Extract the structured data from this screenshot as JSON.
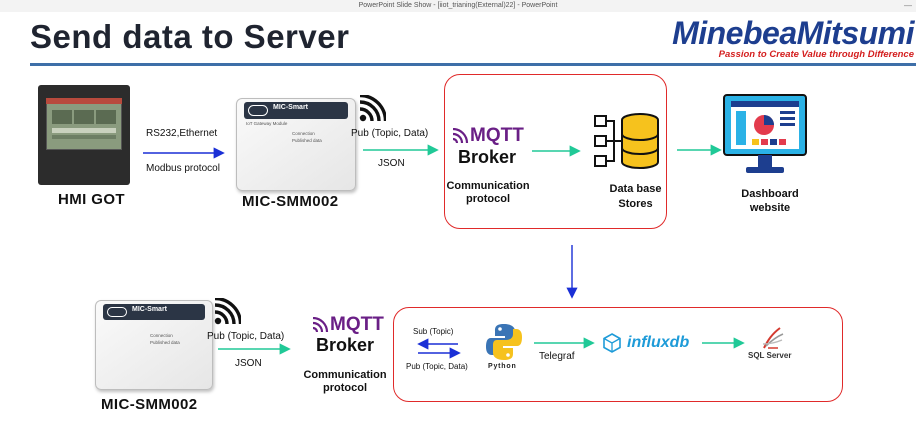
{
  "window": {
    "title": "PowerPoint Slide Show - [iiot_trianing(External)22] - PowerPoint",
    "minimize": "—"
  },
  "slide": {
    "title": "Send data to Server"
  },
  "logo": {
    "name": "MinebeaMitsumi",
    "tagline": "Passion to Create Value through Difference"
  },
  "top_row": {
    "hmi_label": "HMI GOT",
    "link1_label_top": "RS232,Ethernet",
    "link1_label_bottom": "Modbus protocol",
    "gateway_label": "MIC-SMM002",
    "gateway_screen_title": "MIC-Smart",
    "gateway_screen_sub": "IoT Gateway Module",
    "gateway_led1": "Connection",
    "gateway_led2": "Published data",
    "pub_label": "Pub (Topic, Data)",
    "json_label": "JSON",
    "mqtt_label": "MQTT",
    "broker_label": "Broker",
    "comm_label_1": "Communication",
    "comm_label_2": "protocol",
    "db_label_1": "Data base",
    "db_label_2": "Stores",
    "dashboard_label_1": "Dashboard",
    "dashboard_label_2": "website"
  },
  "bottom_row": {
    "gateway_label": "MIC-SMM002",
    "pub_label": "Pub (Topic, Data)",
    "json_label": "JSON",
    "mqtt_label": "MQTT",
    "broker_label": "Broker",
    "comm_label_1": "Communication",
    "comm_label_2": "protocol",
    "sub_label": "Sub (Topic)",
    "pub2_label": "Pub (Topic, Data)",
    "python_label": "Python",
    "telegraf_label": "Telegraf",
    "influx_label": "influxdb",
    "sql_label": "SQL Server"
  },
  "colors": {
    "arrow_blue": "#1a2fd6",
    "arrow_green": "#20c997",
    "box_red": "#e02a2a",
    "mqtt_purple": "#6a1f86",
    "title_rule": "#3e6fa8"
  }
}
